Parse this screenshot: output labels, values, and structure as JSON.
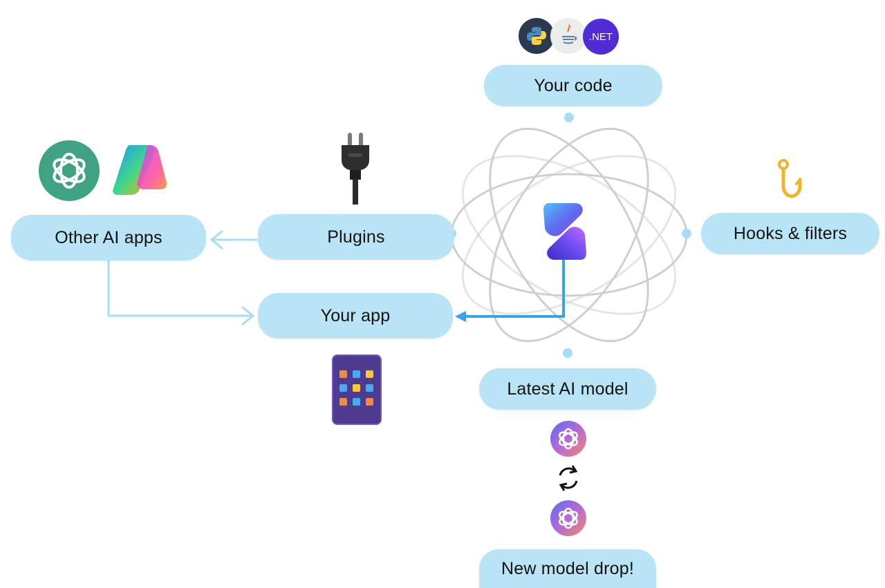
{
  "nodes": {
    "your_code": "Your code",
    "other_ai_apps": "Other AI apps",
    "plugins": "Plugins",
    "hooks_filters": "Hooks & filters",
    "your_app": "Your app",
    "latest_model": "Latest AI model",
    "new_model": "New model drop!"
  },
  "language_icons": {
    "python": "python-icon",
    "java": "java-icon",
    "dotnet": ".NET"
  },
  "icons": {
    "openai": "openai-icon",
    "copilot": "copilot-icon",
    "plug": "plug-icon",
    "hook": "hook-icon",
    "kernel": "semantic-kernel-icon",
    "app": "app-grid-icon",
    "swap": "refresh-cycle-icon"
  },
  "colors": {
    "pill": "#b8e4f5",
    "connector": "#a8ddf2",
    "arrow_strong": "#3aa3e6",
    "orbit": "#c9c9c9",
    "dot": "#a8ddf2"
  }
}
